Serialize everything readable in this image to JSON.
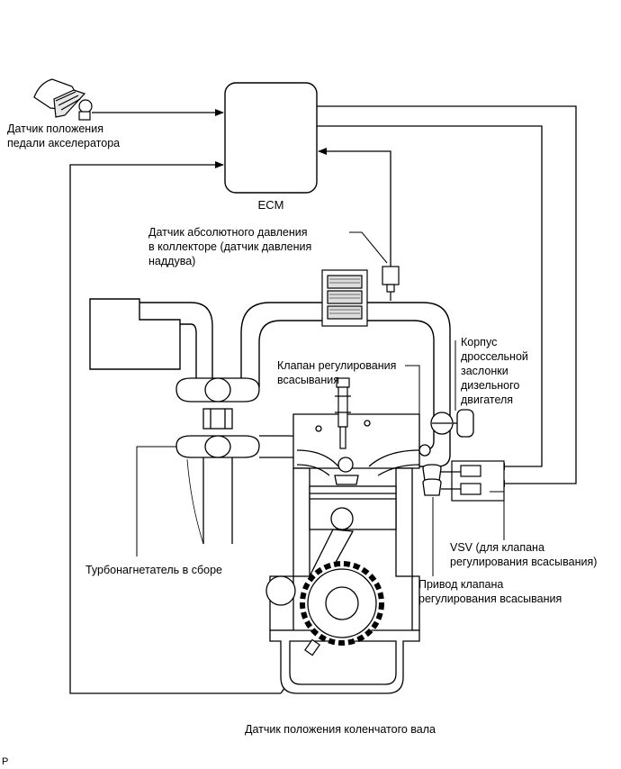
{
  "labels": {
    "accel_sensor": [
      "Датчик положения",
      "педали акселератора"
    ],
    "ecm": "ECM",
    "map_sensor": [
      "Датчик абсолютного давления",
      "в коллекторе (датчик давления",
      "наддува)"
    ],
    "intake_valve": [
      "Клапан регулирования",
      "всасывания"
    ],
    "throttle_body": [
      "Корпус",
      "дроссельной",
      "заслонки",
      "дизельного",
      "двигателя"
    ],
    "turbo": "Турбонагнетатель в сборе",
    "vsv": [
      "VSV (для клапана",
      "регулирования всасывания)"
    ],
    "actuator": [
      "Привод клапана",
      "регулирования всасывания"
    ],
    "crank_sensor": "Датчик положения коленчатого вала",
    "corner_mark": "P"
  }
}
